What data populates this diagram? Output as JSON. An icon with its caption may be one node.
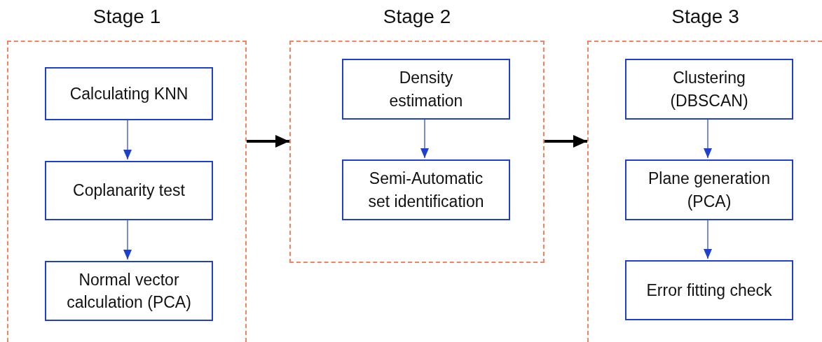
{
  "diagram": {
    "nodes": [
      {
        "text": [
          "Stage 1"
        ]
      },
      {
        "text": [
          "Calculating KNN"
        ],
        "in": 0
      },
      {
        "text": [
          "Coplanarity test"
        ],
        "in": 0
      },
      {
        "text": [
          "Normal vector calculation (PCA)"
        ],
        "in": 0
      },
      {
        "text": [
          "Stage 2"
        ]
      },
      {
        "text": [
          "Density estimation"
        ],
        "in": 4
      },
      {
        "text": [
          "Semi-Automatic set identification"
        ],
        "in": 4
      },
      {
        "text": [
          "Stage 3"
        ]
      },
      {
        "text": [
          "Clustering (DBSCAN)"
        ],
        "in": 7
      },
      {
        "text": [
          "Plane generation (PCA)"
        ],
        "in": 7
      },
      {
        "text": [
          "Error fitting check"
        ],
        "in": 7
      }
    ],
    "edges": [
      {
        "from": 1,
        "to": 2,
        "arrow": "to"
      },
      {
        "from": 2,
        "to": 3,
        "arrow": "to"
      },
      {
        "from": 5,
        "to": 6,
        "arrow": "to"
      },
      {
        "from": 8,
        "to": 9,
        "arrow": "to"
      },
      {
        "from": 9,
        "to": 10,
        "arrow": "to"
      },
      {
        "from": 0,
        "to": 4,
        "arrow": "to",
        "style": "thick",
        "color": "#000000"
      },
      {
        "from": 4,
        "to": 7,
        "arrow": "to",
        "style": "thick",
        "color": "#000000"
      }
    ]
  }
}
